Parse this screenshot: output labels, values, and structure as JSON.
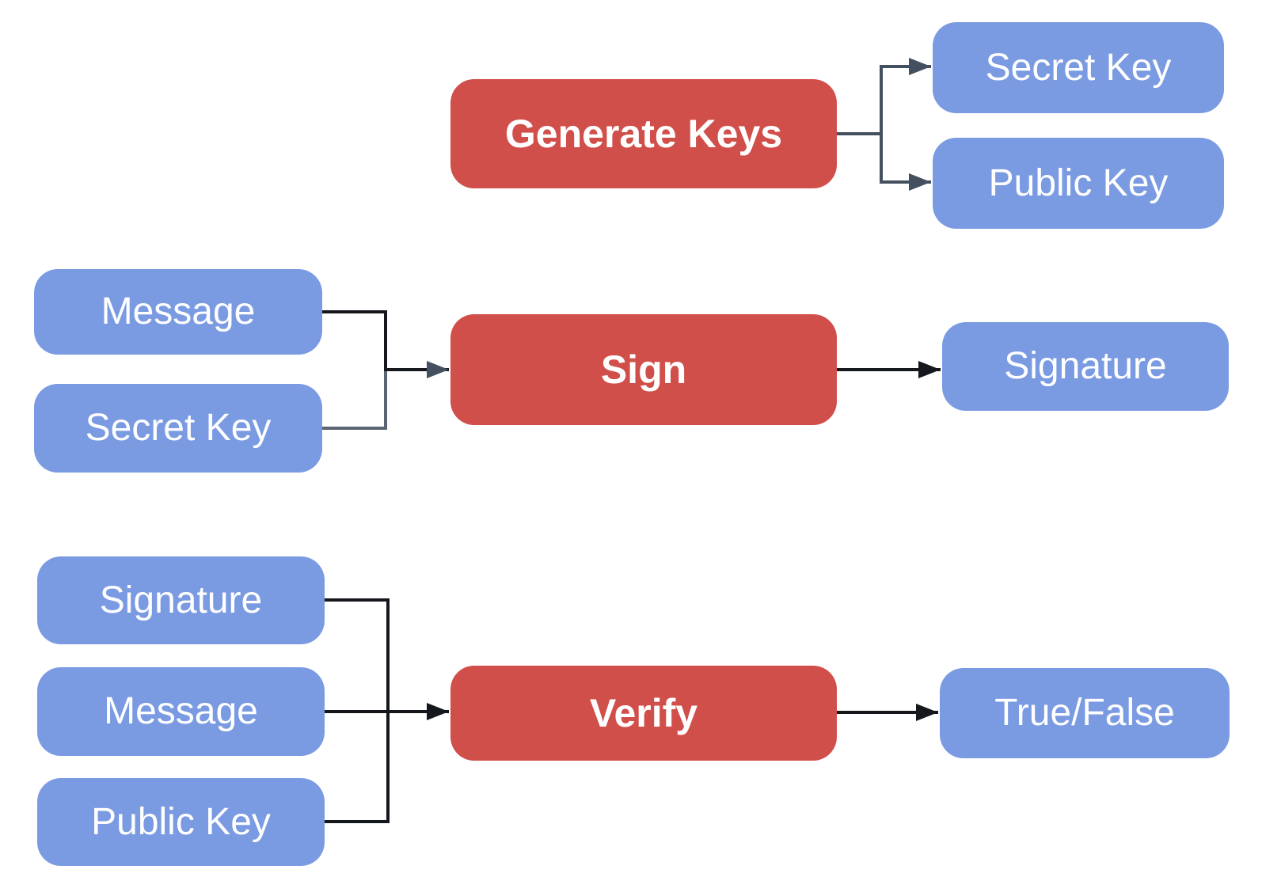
{
  "diagram": {
    "title": "",
    "colors": {
      "process_fill": "#d14f4a",
      "io_fill": "#7a9ae2",
      "text": "#ffffff",
      "connector_slate": "#44505f",
      "connector_gray": "#5a6573",
      "connector_black": "#14171c",
      "background": "#ffffff"
    },
    "nodes": [
      {
        "id": "generate-keys",
        "label": "Generate Keys",
        "type": "process"
      },
      {
        "id": "secret-key-output",
        "label": "Secret Key",
        "type": "io"
      },
      {
        "id": "public-key-output",
        "label": "Public Key",
        "type": "io"
      },
      {
        "id": "message-sign-input",
        "label": "Message",
        "type": "io"
      },
      {
        "id": "secret-key-input",
        "label": "Secret Key",
        "type": "io"
      },
      {
        "id": "sign",
        "label": "Sign",
        "type": "process"
      },
      {
        "id": "signature-output",
        "label": "Signature",
        "type": "io"
      },
      {
        "id": "signature-input",
        "label": "Signature",
        "type": "io"
      },
      {
        "id": "message-verify-input",
        "label": "Message",
        "type": "io"
      },
      {
        "id": "public-key-input",
        "label": "Public Key",
        "type": "io"
      },
      {
        "id": "verify",
        "label": "Verify",
        "type": "process"
      },
      {
        "id": "true-false-output",
        "label": "True/False",
        "type": "io"
      }
    ],
    "edges": [
      {
        "from": "generate-keys",
        "to": "secret-key-output"
      },
      {
        "from": "generate-keys",
        "to": "public-key-output"
      },
      {
        "from": "message-sign-input",
        "to": "sign"
      },
      {
        "from": "secret-key-input",
        "to": "sign"
      },
      {
        "from": "sign",
        "to": "signature-output"
      },
      {
        "from": "signature-input",
        "to": "verify"
      },
      {
        "from": "message-verify-input",
        "to": "verify"
      },
      {
        "from": "public-key-input",
        "to": "verify"
      },
      {
        "from": "verify",
        "to": "true-false-output"
      }
    ]
  }
}
